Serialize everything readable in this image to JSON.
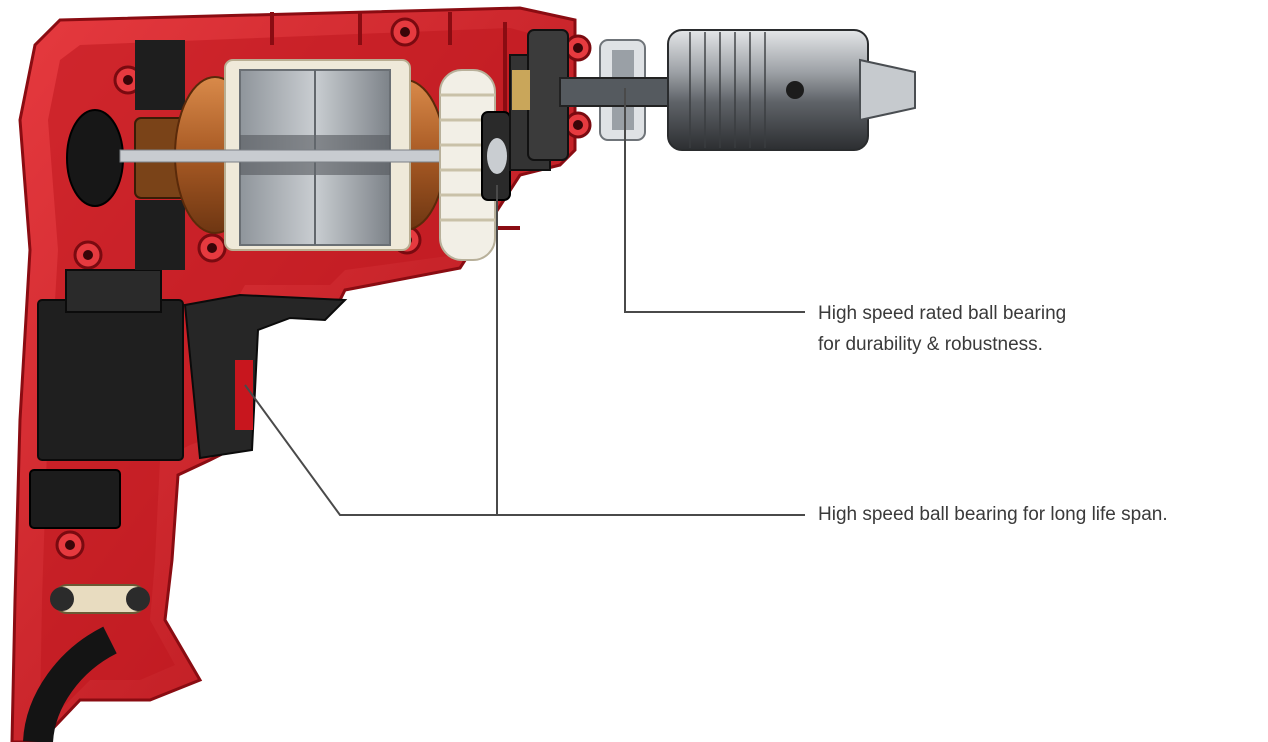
{
  "callouts": [
    {
      "lines": [
        "High speed rated ball bearing",
        "for durability & robustness."
      ]
    },
    {
      "lines": [
        "High speed ball bearing for long life span."
      ]
    }
  ],
  "colors": {
    "housing_red": "#d3202a",
    "housing_dark_red": "#9e1016",
    "leader_line": "#4a4a4a",
    "text": "#3a3a3a",
    "copper": "#b8652a",
    "steel": "#a9adb1",
    "black_part": "#1f1f1f",
    "nylon_gear": "#f2efe6"
  }
}
